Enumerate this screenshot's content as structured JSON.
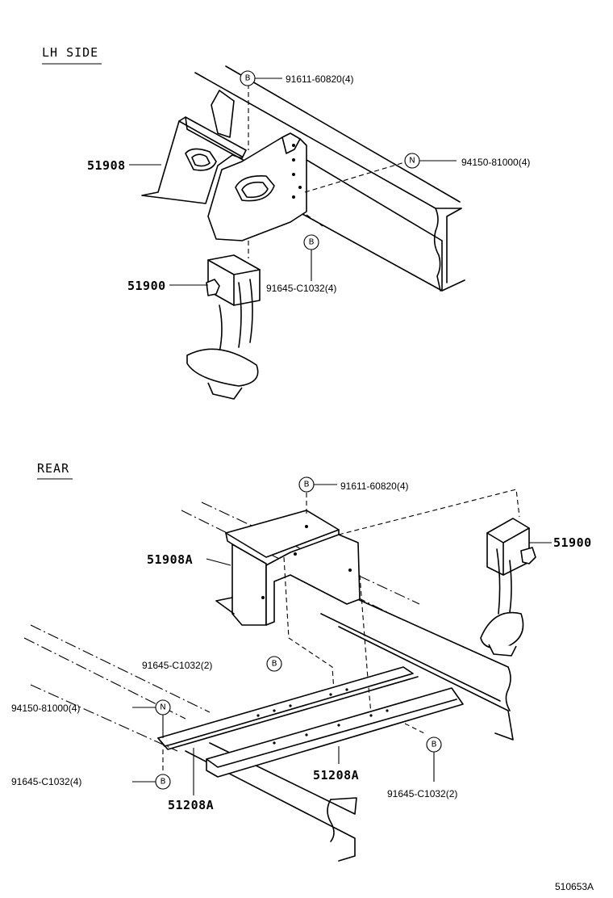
{
  "sections": {
    "lh_side": "LH SIDE",
    "rear": "REAR"
  },
  "markers": {
    "b": "B",
    "n": "N"
  },
  "parts": {
    "p_51908": "51908",
    "p_51900_top": "51900",
    "p_51900_rear": "51900",
    "p_51908a": "51908A",
    "p_51208a_a": "51208A",
    "p_51208a_b": "51208A"
  },
  "fasteners": {
    "top_bolt": "91611-60820(4)",
    "top_nut": "94150-81000(4)",
    "top_lower": "91645-C1032(4)",
    "rear_bolt": "91611-60820(4)",
    "rear_c1032_2a": "91645-C1032(2)",
    "rear_nut": "94150-81000(4)",
    "rear_c1032_4": "91645-C1032(4)",
    "rear_c1032_2b": "91645-C1032(2)"
  },
  "reference": "510653A"
}
